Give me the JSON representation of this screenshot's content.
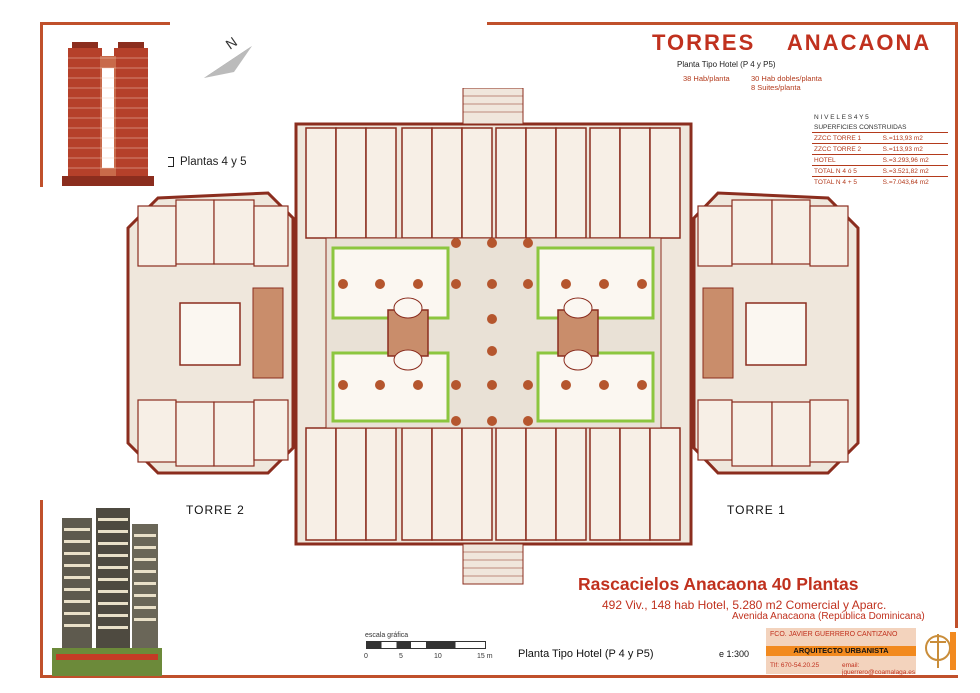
{
  "title": "TORRES    ANACAONA",
  "subtitle": "Planta Tipo Hotel (P 4 y P5)",
  "rooms_per_floor": "38 Hab/planta",
  "room_types": [
    "30 Hab dobles/planta",
    "8 Suites/planta"
  ],
  "plantas_label": "Plantas 4 y 5",
  "areas_table": {
    "header1": "N I V E L E S   4  Y  5",
    "header2": "SUPERFICIES   CONSTRUIDAS",
    "rows": [
      {
        "label": "ZZCC TORRE  1",
        "value": "S.=113,93 m2"
      },
      {
        "label": "ZZCC TORRE  2",
        "value": "S.=113,93 m2"
      },
      {
        "label": "HOTEL",
        "value": "S.=3.293,96 m2"
      },
      {
        "label": "TOTAL N 4 ó 5",
        "value": "S.=3.521,82 m2"
      },
      {
        "label": "TOTAL   N 4 + 5",
        "value": "S.=7.043,64 m2"
      }
    ]
  },
  "torre2_label": "TORRE  2",
  "torre1_label": "TORRE  1",
  "project_title": "Rascacielos Anacaona 40 Plantas",
  "project_desc": "492 Viv., 148 hab Hotel, 5.280 m2 Comercial y Aparc.",
  "project_address": "Avenida Anacaona (República Dominicana)",
  "plan_label": "Planta Tipo Hotel (P 4 y P5)",
  "scale": "e 1:300",
  "scale_bar": {
    "label": "escala gráfica",
    "ticks": [
      "0",
      "5",
      "10",
      "15 m"
    ]
  },
  "credits": {
    "architect": "FCO. JAVIER GUERRERO CANTIZANO",
    "role": "ARQUITECTO URBANISTA",
    "phone": "Tlf: 670-54.20.25",
    "email": "email: jguerrero@coamalaga.es"
  },
  "colors": {
    "accent": "#c0311e",
    "frame": "#c0502b",
    "wall": "#8b2d1e",
    "floor": "#efe7dc",
    "garden": "#8cc63f",
    "column": "#b5562e"
  }
}
